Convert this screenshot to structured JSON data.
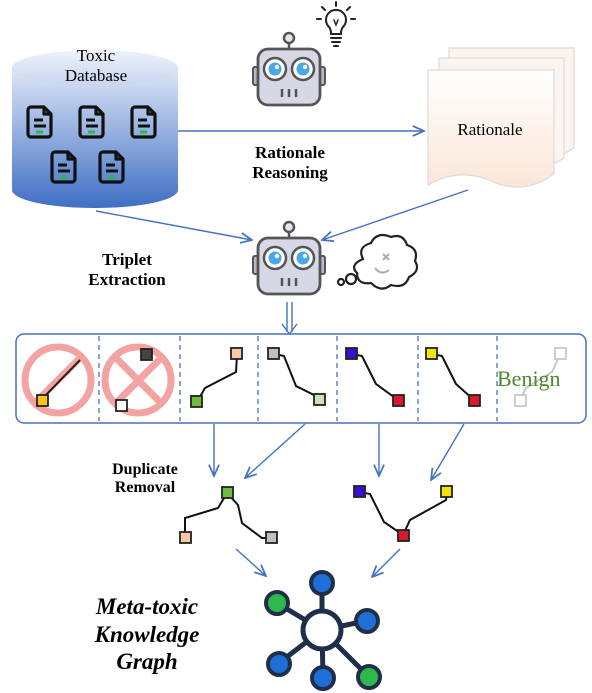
{
  "database": {
    "label_line1": "Toxic",
    "label_line2": "Database"
  },
  "rationale": {
    "label": "Rationale"
  },
  "steps": {
    "reasoning_line1": "Rationale",
    "reasoning_line2": "Reasoning",
    "extraction_line1": "Triplet",
    "extraction_line2": "Extraction",
    "dedup_line1": "Duplicate",
    "dedup_line2": "Removal"
  },
  "output": {
    "line1": "Meta-toxic",
    "line2": "Knowledge",
    "line3": "Graph"
  },
  "panels": {
    "benign_label": "Benign"
  },
  "colors": {
    "database_top": "#c9d6f0",
    "database_bottom": "#3f6fc4",
    "robot_body": "#d9d9e8",
    "robot_eye": "#4aa8e8",
    "arrow": "#4472c4",
    "rejected": "#f4a3a3",
    "benign_text": "#4a8a2a",
    "node_green": "#2db84b",
    "node_blue": "#1f6fd6"
  }
}
